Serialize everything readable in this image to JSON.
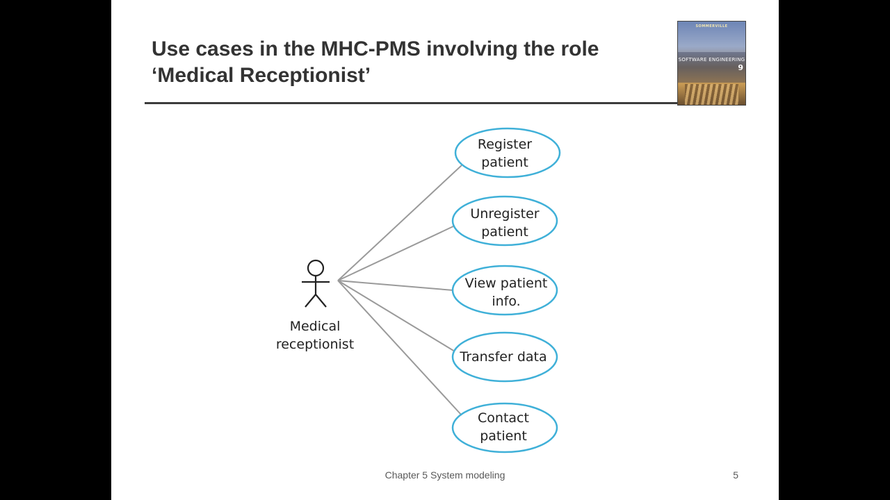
{
  "slide": {
    "title_line1": "Use cases in the MHC-PMS involving the role",
    "title_line2": "‘Medical Receptionist’",
    "footer": "Chapter 5 System modeling",
    "page_number": "5"
  },
  "book_cover": {
    "author": "SOMMERVILLE",
    "title": "SOFTWARE ENGINEERING",
    "edition": "9"
  },
  "diagram": {
    "actor": {
      "label_line1": "Medical",
      "label_line2": "receptionist"
    },
    "use_cases": [
      {
        "line1": "Register",
        "line2": "patient"
      },
      {
        "line1": "Unregister",
        "line2": "patient"
      },
      {
        "line1": "View patient",
        "line2": "info."
      },
      {
        "line1": "Transfer data",
        "line2": ""
      },
      {
        "line1": "Contact",
        "line2": "patient"
      }
    ],
    "colors": {
      "ellipse_stroke": "#3fb0d8",
      "connector": "#9a9a9a",
      "actor": "#222222"
    }
  }
}
